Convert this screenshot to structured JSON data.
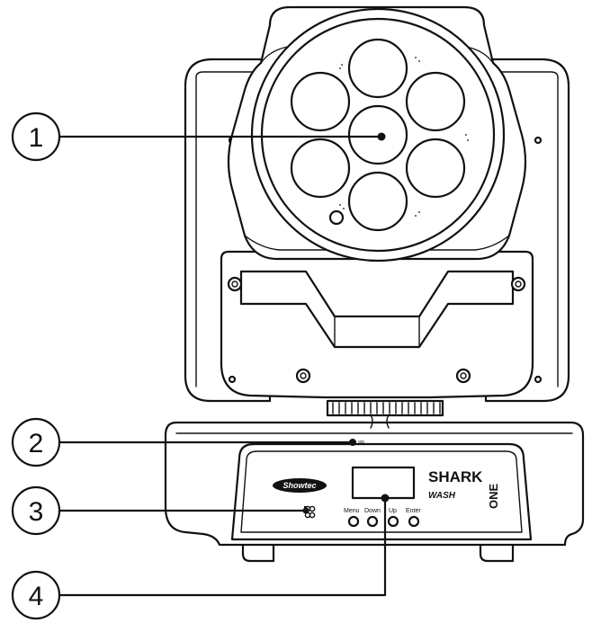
{
  "callouts": [
    {
      "number": "1"
    },
    {
      "number": "2"
    },
    {
      "number": "3"
    },
    {
      "number": "4"
    }
  ],
  "labels": {
    "ir": "IR",
    "menu": "Menu",
    "down": "Down",
    "up": "Up",
    "enter": "Enter"
  },
  "branding": {
    "logo": "Showtec",
    "model_line1": "SHARK",
    "model_line2": "WASH",
    "model_vertical": "ONE"
  }
}
